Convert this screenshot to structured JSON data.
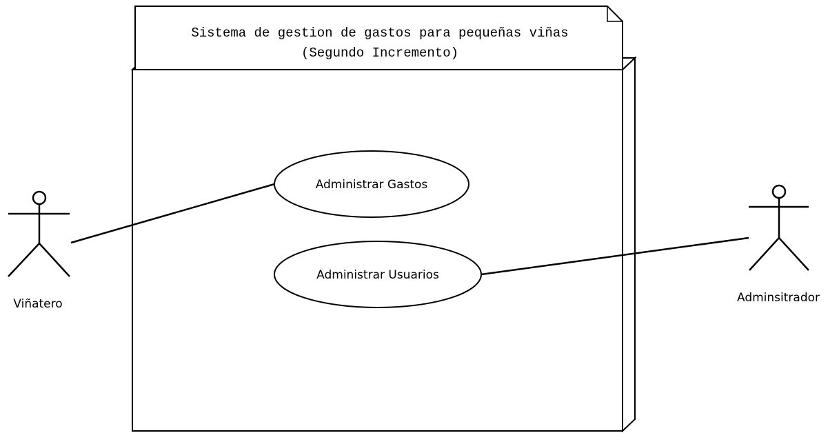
{
  "diagram": {
    "type": "uml-use-case",
    "system": {
      "title_line1": "Sistema de gestion de gastos para pequeñas viñas",
      "title_line2": "(Segundo Incremento)"
    },
    "use_cases": [
      {
        "label": "Administrar Gastos"
      },
      {
        "label": "Administrar Usuarios"
      }
    ],
    "actors": [
      {
        "label": "Viñatero"
      },
      {
        "label": "Adminsitrador"
      }
    ],
    "associations": [
      {
        "actor": "Viñatero",
        "use_case": "Administrar Gastos"
      },
      {
        "actor": "Adminsitrador",
        "use_case": "Administrar Usuarios"
      }
    ]
  }
}
